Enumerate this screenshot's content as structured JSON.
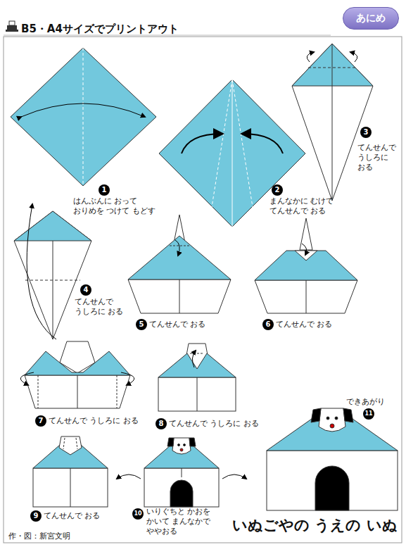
{
  "diagram": {
    "title": "B5・A4サイズでプリントアウト",
    "caption": "いぬごやの うえの いぬ",
    "nodes": [
      {
        "text": [
          "あにめ"
        ]
      }
    ],
    "labels": [
      "1",
      "はんぶんに おって おりめを つけて もどす",
      "2",
      "まんなかに むけて てんせんで おる",
      "3",
      "てんせんで うしろに おる",
      "4",
      "てんせんで うしろに おる",
      "5",
      "てんせんで おる",
      "6",
      "てんせんで おる",
      "7",
      "てんせんで うしろに おる",
      "8",
      "てんせんで うしろに おる",
      "9",
      "てんせんで おる",
      "10",
      "いりぐちと かおを かいて まんなかで ややおる",
      "できあがり",
      "11",
      "作・図：新宮文明"
    ]
  }
}
